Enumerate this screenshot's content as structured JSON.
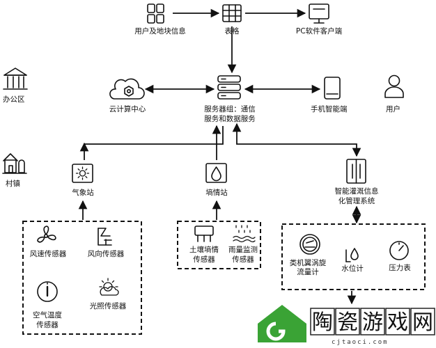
{
  "nodes": {
    "user_info": "用户及地块信息",
    "table": "表格",
    "pc_client": "PC软件客户端",
    "office": "办公区",
    "cloud": "云计算中心",
    "server_line1": "服务器组：通信",
    "server_line2": "服务和数据服务",
    "mobile": "手机智能端",
    "user": "用户",
    "village": "村镇",
    "weather": "气象站",
    "soil_station": "墒情站",
    "irrigation_line1": "智能灌溉信息",
    "irrigation_line2": "化管理系统"
  },
  "weather_sensors": {
    "wind_speed": "风速传感器",
    "wind_dir": "风向传感器",
    "air_temp_line1": "空气温度",
    "air_temp_line2": "传感器",
    "light": "光照传感器"
  },
  "soil_sensors": {
    "soil_line1": "土壤墒情",
    "soil_line2": "传感器",
    "rain_line1": "雨量监测",
    "rain_line2": "传感器"
  },
  "irrigation_sensors": {
    "flow_line1": "类机翼涡旋",
    "flow_line2": "流量计",
    "water_level": "水位计",
    "pressure": "压力表"
  },
  "watermark": {
    "chars": [
      "陶",
      "瓷",
      "游",
      "戏",
      "网"
    ],
    "url": "cjtaoci.com",
    "brand_color": "#3aa335"
  }
}
